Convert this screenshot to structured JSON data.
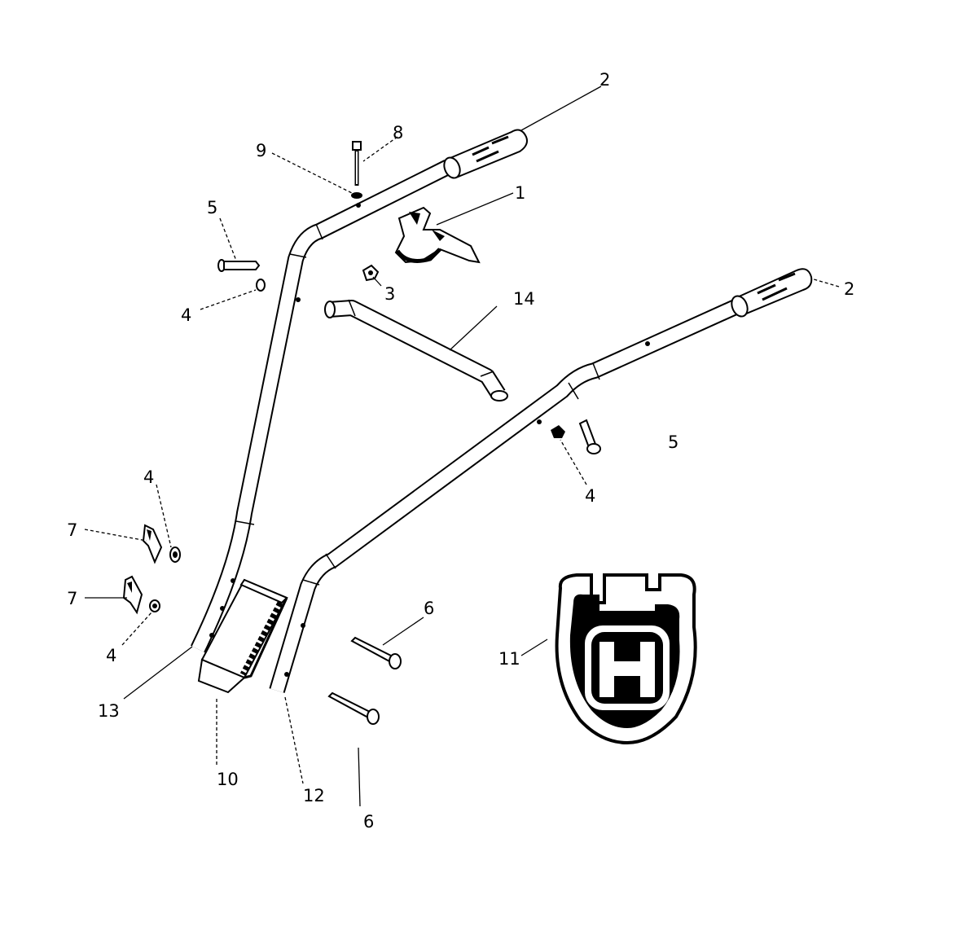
{
  "callouts": [
    {
      "id": "c1",
      "label": "1"
    },
    {
      "id": "c2a",
      "label": "2"
    },
    {
      "id": "c2b",
      "label": "2"
    },
    {
      "id": "c3",
      "label": "3"
    },
    {
      "id": "c4a",
      "label": "4"
    },
    {
      "id": "c4b",
      "label": "4"
    },
    {
      "id": "c4c",
      "label": "4"
    },
    {
      "id": "c4d",
      "label": "4"
    },
    {
      "id": "c5a",
      "label": "5"
    },
    {
      "id": "c5b",
      "label": "5"
    },
    {
      "id": "c6a",
      "label": "6"
    },
    {
      "id": "c6b",
      "label": "6"
    },
    {
      "id": "c7a",
      "label": "7"
    },
    {
      "id": "c7b",
      "label": "7"
    },
    {
      "id": "c8",
      "label": "8"
    },
    {
      "id": "c9",
      "label": "9"
    },
    {
      "id": "c10",
      "label": "10"
    },
    {
      "id": "c11",
      "label": "11"
    },
    {
      "id": "c12",
      "label": "12"
    },
    {
      "id": "c13",
      "label": "13"
    },
    {
      "id": "c14",
      "label": "14"
    }
  ],
  "logo": {
    "letter": "H"
  },
  "colors": {
    "ink": "#000000",
    "paper": "#ffffff"
  }
}
